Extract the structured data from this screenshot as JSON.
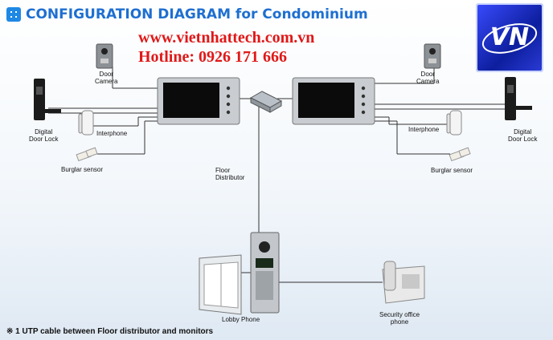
{
  "header": {
    "title": "CONFIGURATION DIAGRAM for Condominium",
    "website": "www.vietnhattech.com.vn",
    "hotline": "Hotline: 0926 171 666"
  },
  "labels": {
    "door_camera_left": "Door\nCamera",
    "door_camera_right": "Door\nCamera",
    "digital_lock_left": "Digital\nDoor Lock",
    "digital_lock_right": "Digital\nDoor Lock",
    "interphone_left": "Interphone",
    "interphone_right": "Interphone",
    "burglar_left": "Burglar sensor",
    "burglar_right": "Burglar sensor",
    "floor_distributor": "Floor\nDistributor",
    "lobby_phone": "Lobby Phone",
    "security_phone": "Security office\nphone"
  },
  "footnote": "※ 1 UTP cable between Floor distributor and monitors",
  "colors": {
    "title": "#1e6fd0",
    "hotline": "#e01818",
    "line": "#333333"
  }
}
